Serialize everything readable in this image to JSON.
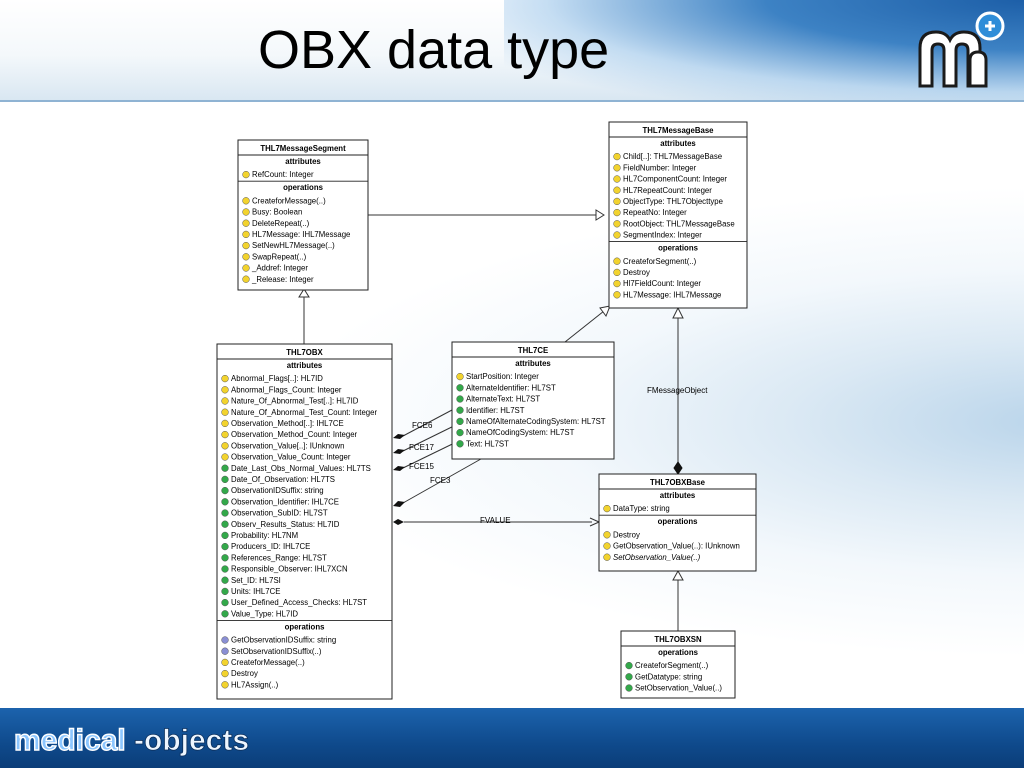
{
  "slide": {
    "title": "OBX data type",
    "footer_brand_left": "medical",
    "footer_brand_right": "-objects"
  },
  "colors": {
    "header_blue": "#1d5fa8",
    "footer_blue": "#0f4a8c",
    "attr_icon_yellow": "#f2d32e",
    "attr_icon_green": "#33a84a",
    "method_icon_blue": "#8a8fd4"
  },
  "classes": {
    "msgsegment": {
      "name": "THL7MessageSegment",
      "attr_header": "attributes",
      "attributes": [
        {
          "text": "RefCount: Integer",
          "icon": "yellow"
        }
      ],
      "op_header": "operations",
      "operations": [
        {
          "text": "CreateforMessage(..)",
          "icon": "yellow"
        },
        {
          "text": "Busy: Boolean",
          "icon": "yellow"
        },
        {
          "text": "DeleteRepeat(..)",
          "icon": "yellow"
        },
        {
          "text": "HL7Message: IHL7Message",
          "icon": "yellow"
        },
        {
          "text": "SetNewHL7Message(..)",
          "icon": "yellow"
        },
        {
          "text": "SwapRepeat(..)",
          "icon": "yellow"
        },
        {
          "text": "_Addref: Integer",
          "icon": "yellow"
        },
        {
          "text": "_Release: Integer",
          "icon": "yellow"
        }
      ]
    },
    "msgbase": {
      "name": "THL7MessageBase",
      "attr_header": "attributes",
      "attributes": [
        {
          "text": "Child[..]: THL7MessageBase",
          "icon": "yellow"
        },
        {
          "text": "FieldNumber: Integer",
          "icon": "yellow"
        },
        {
          "text": "HL7ComponentCount: Integer",
          "icon": "yellow"
        },
        {
          "text": "HL7RepeatCount: Integer",
          "icon": "yellow"
        },
        {
          "text": "ObjectType: THL7Objecttype",
          "icon": "yellow"
        },
        {
          "text": "RepeatNo: Integer",
          "icon": "yellow"
        },
        {
          "text": "RootObject: THL7MessageBase",
          "icon": "yellow"
        },
        {
          "text": "SegmentIndex: Integer",
          "icon": "yellow"
        }
      ],
      "op_header": "operations",
      "operations": [
        {
          "text": "CreateforSegment(..)",
          "icon": "yellow"
        },
        {
          "text": "Destroy",
          "icon": "yellow"
        },
        {
          "text": "Hl7FieldCount: Integer",
          "icon": "yellow"
        },
        {
          "text": "HL7Message: IHL7Message",
          "icon": "yellow"
        }
      ]
    },
    "obx": {
      "name": "THL7OBX",
      "attr_header": "attributes",
      "attributes": [
        {
          "text": "Abnormal_Flags[..]: HL7ID",
          "icon": "yellow"
        },
        {
          "text": "Abnormal_Flags_Count: Integer",
          "icon": "yellow"
        },
        {
          "text": "Nature_Of_Abnormal_Test[..]: HL7ID",
          "icon": "yellow"
        },
        {
          "text": "Nature_Of_Abnormal_Test_Count: Integer",
          "icon": "yellow"
        },
        {
          "text": "Observation_Method[..]: IHL7CE",
          "icon": "yellow"
        },
        {
          "text": "Observation_Method_Count: Integer",
          "icon": "yellow"
        },
        {
          "text": "Observation_Value[..]: IUnknown",
          "icon": "yellow"
        },
        {
          "text": "Observation_Value_Count: Integer",
          "icon": "yellow"
        },
        {
          "text": "Date_Last_Obs_Normal_Values: HL7TS",
          "icon": "green"
        },
        {
          "text": "Date_Of_Observation: HL7TS",
          "icon": "green"
        },
        {
          "text": "ObservationIDSuffix: string",
          "icon": "green"
        },
        {
          "text": "Observation_Identifier: IHL7CE",
          "icon": "green"
        },
        {
          "text": "Observation_SubID: HL7ST",
          "icon": "green"
        },
        {
          "text": "Observ_Results_Status: HL7ID",
          "icon": "green"
        },
        {
          "text": "Probability: HL7NM",
          "icon": "green"
        },
        {
          "text": "Producers_ID: IHL7CE",
          "icon": "green"
        },
        {
          "text": "References_Range: HL7ST",
          "icon": "green"
        },
        {
          "text": "Responsible_Observer: IHL7XCN",
          "icon": "green"
        },
        {
          "text": "Set_ID: HL7SI",
          "icon": "green"
        },
        {
          "text": "Units: IHL7CE",
          "icon": "green"
        },
        {
          "text": "User_Defined_Access_Checks: HL7ST",
          "icon": "green"
        },
        {
          "text": "Value_Type: HL7ID",
          "icon": "green"
        }
      ],
      "op_header": "operations",
      "operations": [
        {
          "text": "GetObservationIDSuffix: string",
          "icon": "blue"
        },
        {
          "text": "SetObservationIDSuffix(..)",
          "icon": "blue"
        },
        {
          "text": "CreateforMessage(..)",
          "icon": "yellow"
        },
        {
          "text": "Destroy",
          "icon": "yellow"
        },
        {
          "text": "HL7Assign(..)",
          "icon": "yellow"
        }
      ]
    },
    "ce": {
      "name": "THL7CE",
      "attr_header": "attributes",
      "attributes": [
        {
          "text": "StartPosition: Integer",
          "icon": "yellow"
        },
        {
          "text": "AlternateIdentifier: HL7ST",
          "icon": "green"
        },
        {
          "text": "AlternateText: HL7ST",
          "icon": "green"
        },
        {
          "text": "Identifier: HL7ST",
          "icon": "green"
        },
        {
          "text": "NameOfAlternateCodingSystem: HL7ST",
          "icon": "green"
        },
        {
          "text": "NameOfCodingSystem: HL7ST",
          "icon": "green"
        },
        {
          "text": "Text: HL7ST",
          "icon": "green"
        }
      ],
      "op_header": "",
      "operations": []
    },
    "obxbase": {
      "name": "THL7OBXBase",
      "attr_header": "attributes",
      "attributes": [
        {
          "text": "DataType: string",
          "icon": "yellow"
        }
      ],
      "op_header": "operations",
      "operations": [
        {
          "text": "Destroy",
          "icon": "yellow"
        },
        {
          "text": "GetObservation_Value(..): IUnknown",
          "icon": "yellow"
        },
        {
          "text": "SetObservation_Value(..)",
          "icon": "yellow",
          "italic": true
        }
      ]
    },
    "obxsn": {
      "name": "THL7OBXSN",
      "attr_header": "",
      "attributes": [],
      "op_header": "operations",
      "operations": [
        {
          "text": "CreateforSegment(..)",
          "icon": "green"
        },
        {
          "text": "GetDatatype: string",
          "icon": "green"
        },
        {
          "text": "SetObservation_Value(..)",
          "icon": "green"
        }
      ]
    }
  },
  "connectors": {
    "fce6": "FCE6",
    "fce17": "FCE17",
    "fce15": "FCE15",
    "fce3": "FCE3",
    "fvalue": "FVALUE",
    "fmessageobject": "FMessageObject"
  }
}
